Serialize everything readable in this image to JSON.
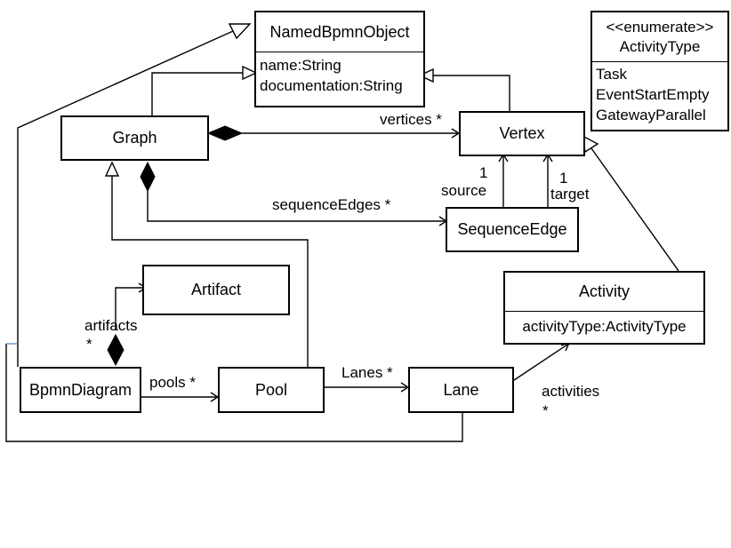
{
  "classes": {
    "named_bpmn_object": {
      "name": "NamedBpmnObject",
      "attributes": [
        "name:String",
        "documentation:String"
      ]
    },
    "activity_type": {
      "stereotype": "<<enumerate>>",
      "name": "ActivityType",
      "literals": [
        "Task",
        "EventStartEmpty",
        "GatewayParallel"
      ]
    },
    "graph": {
      "name": "Graph"
    },
    "vertex": {
      "name": "Vertex"
    },
    "sequence_edge": {
      "name": "SequenceEdge"
    },
    "artifact": {
      "name": "Artifact"
    },
    "activity": {
      "name": "Activity",
      "attributes": [
        "activityType:ActivityType"
      ]
    },
    "bpmn_diagram": {
      "name": "BpmnDiagram"
    },
    "pool": {
      "name": "Pool"
    },
    "lane": {
      "name": "Lane"
    }
  },
  "associations": {
    "vertices": "vertices *",
    "sequence_edges": "sequenceEdges *",
    "source_mult": "1",
    "source_role": "source",
    "target_mult": "1",
    "target_role": "target",
    "artifacts": "artifacts",
    "artifacts_mult": "*",
    "pools": "pools *",
    "lanes": "Lanes *",
    "activities": "activities",
    "activities_mult": "*"
  },
  "colors": {
    "line": "#000000",
    "accent_line": "#4f81bd",
    "background": "#ffffff"
  }
}
